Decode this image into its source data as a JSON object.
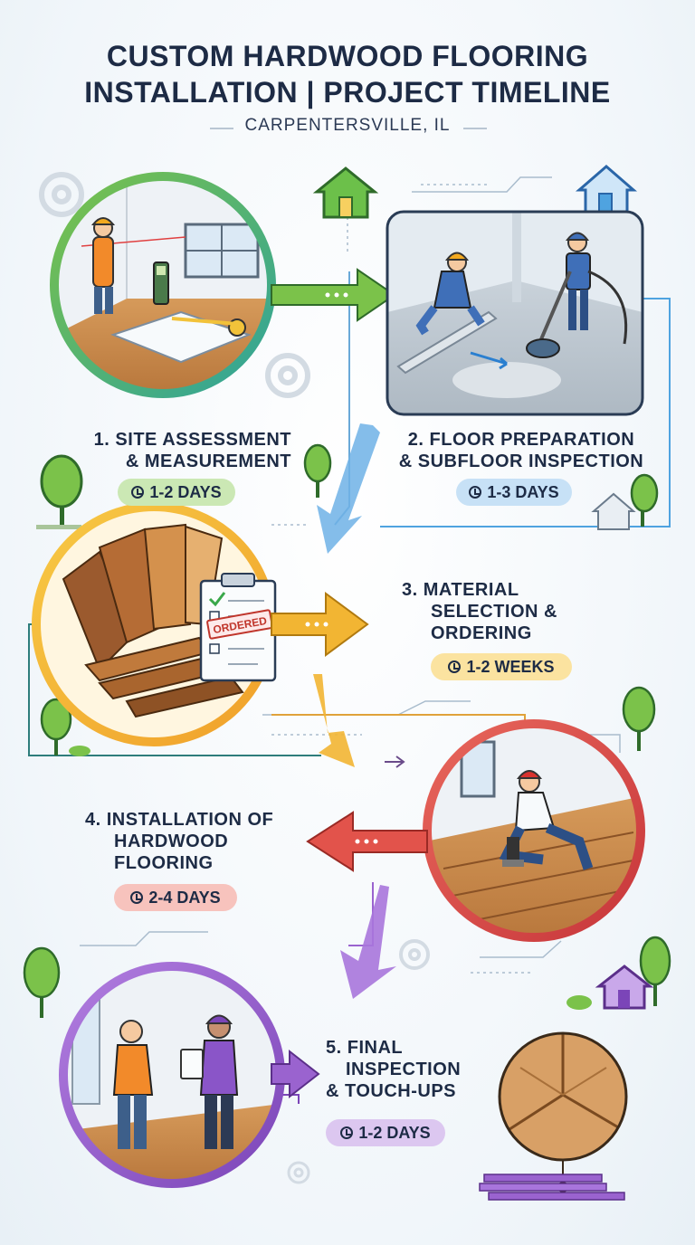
{
  "header": {
    "title_line1": "CUSTOM HARDWOOD FLOORING",
    "title_line2": "INSTALLATION | PROJECT TIMELINE",
    "location": "CARPENTERSVILLE, IL"
  },
  "steps": [
    {
      "number": "1.",
      "title_line1": "SITE ASSESSMENT",
      "title_line2": "& MEASUREMENT",
      "duration": "1-2 DAYS",
      "color": "#7bc24a",
      "pill_bg": "#cbe8b4"
    },
    {
      "number": "2.",
      "title_line1": "FLOOR PREPARATION",
      "title_line2": "& SUBFLOOR INSPECTION",
      "duration": "1-3 DAYS",
      "color": "#4fa3e0",
      "pill_bg": "#c7e1f6"
    },
    {
      "number": "3.",
      "title_line1": "MATERIAL",
      "title_line2": "SELECTION &",
      "title_line3": "ORDERING",
      "duration": "1-2 WEEKS",
      "color": "#f2b533",
      "pill_bg": "#fbe3a0"
    },
    {
      "number": "4.",
      "title_line1": "INSTALLATION OF",
      "title_line2": "HARDWOOD",
      "title_line3": "FLOORING",
      "duration": "2-4 DAYS",
      "color": "#e2534b",
      "pill_bg": "#f7c3bd"
    },
    {
      "number": "5.",
      "title_line1": "FINAL",
      "title_line2": "INSPECTION",
      "title_line3": "& TOUCH-UPS",
      "duration": "1-2 DAYS",
      "color": "#9a63cf",
      "pill_bg": "#dcc7f0"
    }
  ],
  "illustrations": {
    "ordered_stamp": "ORDERED"
  },
  "icons": [
    "house-icon",
    "gear-icon",
    "tree-icon",
    "clock-icon",
    "arrow-icon",
    "clipboard-icon"
  ]
}
